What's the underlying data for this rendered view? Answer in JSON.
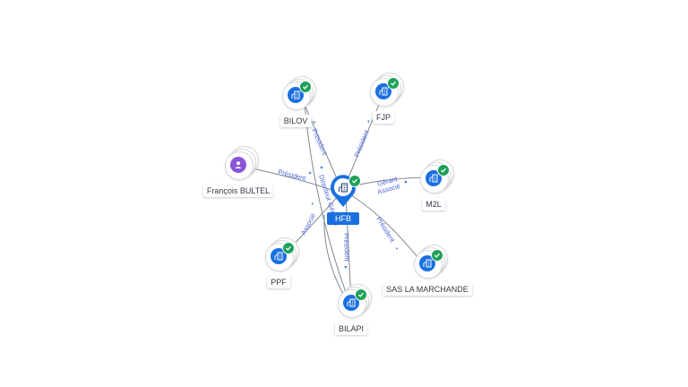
{
  "center": {
    "label": "HFB",
    "icon": "building-icon",
    "verified": true
  },
  "nodes": [
    {
      "id": "bilov",
      "label": "BILOV",
      "icon": "building-icon",
      "verified": true
    },
    {
      "id": "fjp",
      "label": "FJP",
      "icon": "building-icon",
      "verified": true
    },
    {
      "id": "m2l",
      "label": "M2L",
      "icon": "building-icon",
      "verified": true
    },
    {
      "id": "sas",
      "label": "SAS LA MARCHANDE",
      "icon": "building-icon",
      "verified": true
    },
    {
      "id": "bilapi",
      "label": "BILAPI",
      "icon": "building-icon",
      "verified": true
    },
    {
      "id": "ppf",
      "label": "PPF",
      "icon": "building-icon",
      "verified": true
    },
    {
      "id": "bultel",
      "label": "François BULTEL",
      "icon": "person-icon",
      "verified": false
    }
  ],
  "edges": [
    {
      "label": "Président"
    },
    {
      "label": "Président"
    },
    {
      "label": "Gérant"
    },
    {
      "label": "Associé"
    },
    {
      "label": "Président"
    },
    {
      "label": "Président"
    },
    {
      "label": "Associé"
    },
    {
      "label": "Président"
    },
    {
      "label": "Directeur Général"
    }
  ],
  "colors": {
    "company": "#1a6fe0",
    "person": "#8a55d6",
    "verified": "#20a05a",
    "edge_label": "#4e66d8"
  }
}
